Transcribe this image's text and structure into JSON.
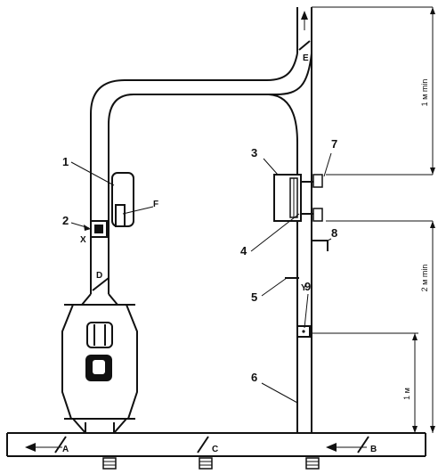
{
  "labels": {
    "n1": "1",
    "n2": "2",
    "n3": "3",
    "n4": "4",
    "n5": "5",
    "n6": "6",
    "n7": "7",
    "n8": "8",
    "n9": "9",
    "A": "A",
    "B": "B",
    "C": "C",
    "D": "D",
    "E": "E",
    "F": "F",
    "X": "X",
    "Y": "Y"
  },
  "dimensions": {
    "top": "1 м min",
    "middle": "2 м min",
    "bottom": "1 м"
  },
  "colors": {
    "ink": "#111111",
    "paper": "#ffffff"
  }
}
